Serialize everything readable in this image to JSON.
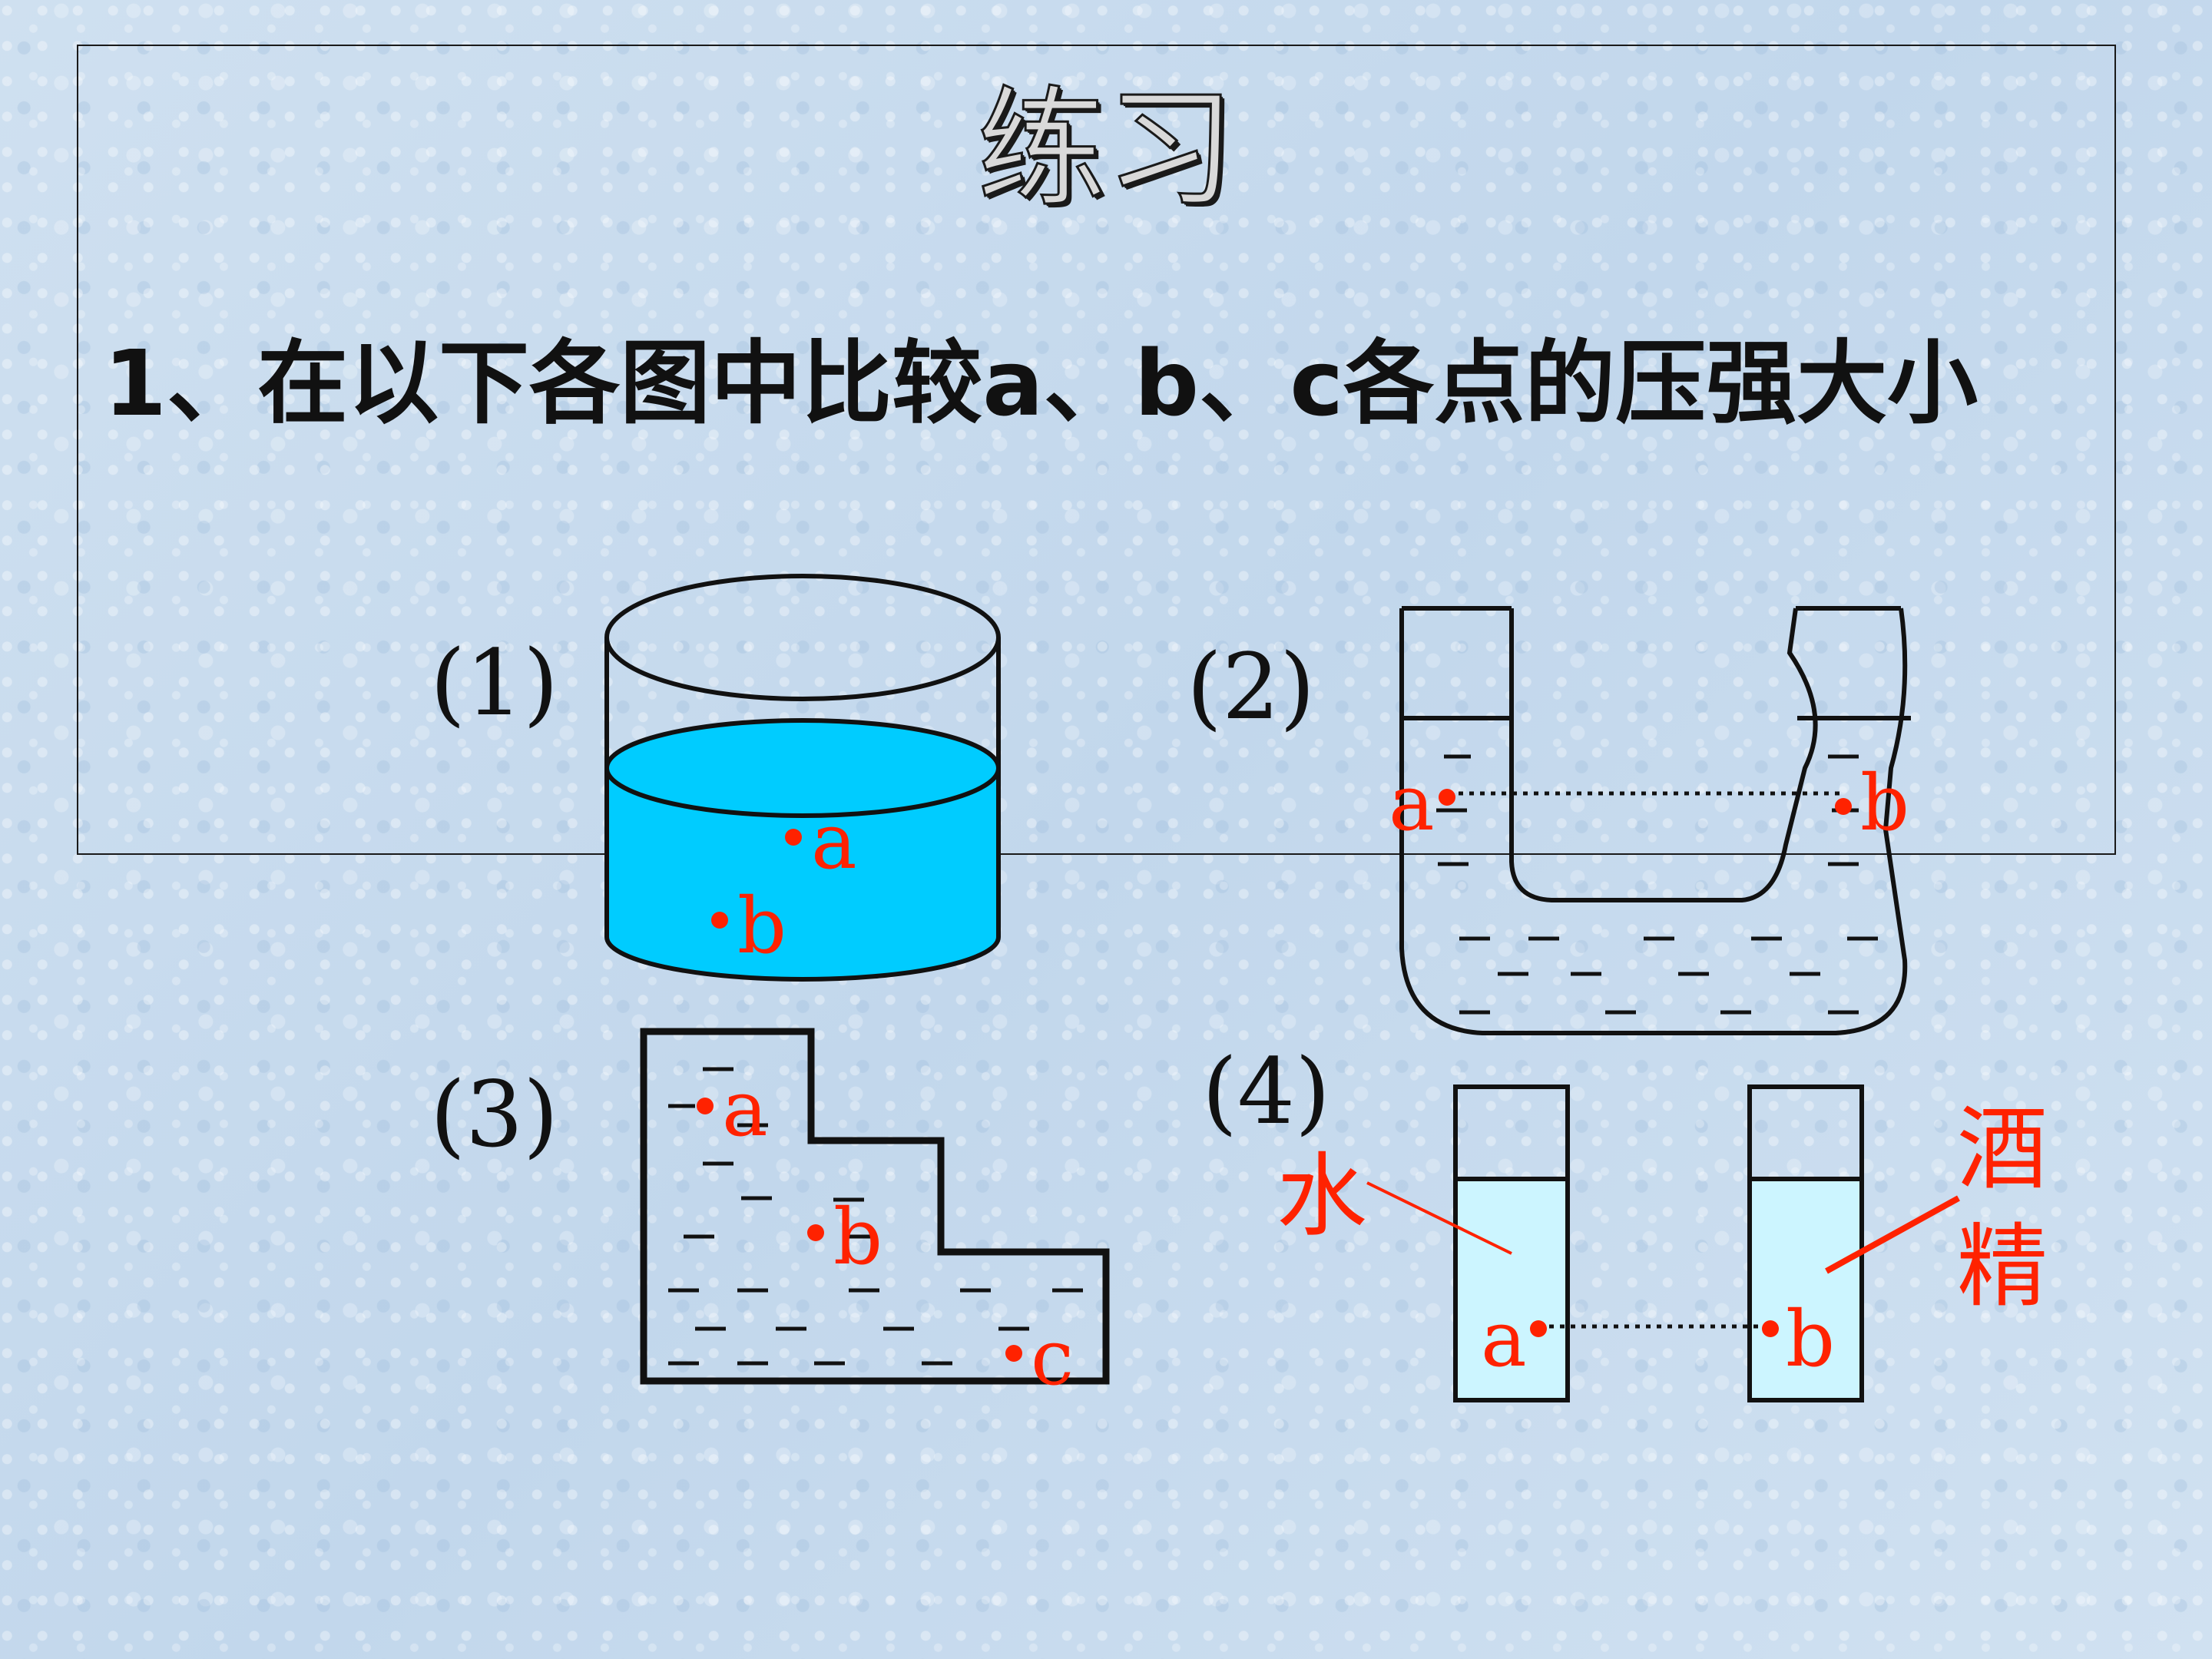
{
  "title": "练习",
  "question": "1、在以下各图中比较a、b、c各点的压强大小",
  "figures": [
    {
      "label": "(1)",
      "points": [
        "a",
        "b"
      ]
    },
    {
      "label": "(2)",
      "points": [
        "a",
        "b"
      ]
    },
    {
      "label": "(3)",
      "points": [
        "a",
        "b",
        "c"
      ]
    },
    {
      "label": "(4)",
      "points": [
        "a",
        "b"
      ],
      "left_liquid": "水",
      "right_liquid_top": "酒",
      "right_liquid_bottom": "精"
    }
  ],
  "colors": {
    "water_fill": "#00ccff",
    "tube_fill": "#ccf5ff",
    "point": "#ff2200"
  }
}
